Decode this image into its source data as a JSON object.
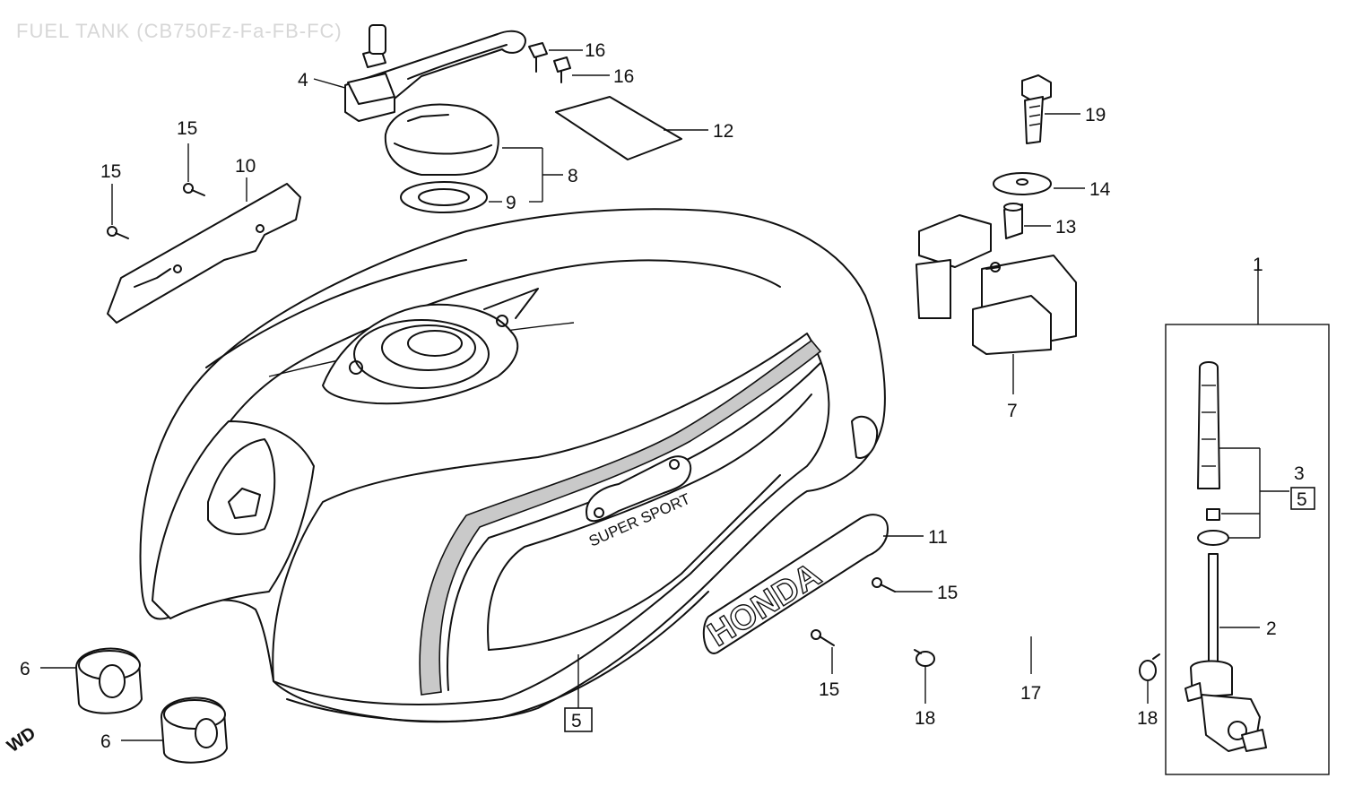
{
  "diagram": {
    "title": "FUEL TANK (CB750Fz-Fa-FB-FC)",
    "direction_label": "WD",
    "badge_text": "SUPER SPORT",
    "emblem_text": "HONDA"
  },
  "callouts": {
    "c1": "1",
    "c2": "2",
    "c3": "3",
    "c4": "4",
    "c5a": "5",
    "c5b": "5",
    "c6a": "6",
    "c6b": "6",
    "c7": "7",
    "c8": "8",
    "c9": "9",
    "c10": "10",
    "c11": "11",
    "c12": "12",
    "c13": "13",
    "c14": "14",
    "c15a": "15",
    "c15b": "15",
    "c15c": "15",
    "c15d": "15",
    "c16a": "16",
    "c16b": "16",
    "c17": "17",
    "c18a": "18",
    "c18b": "18",
    "c19": "19"
  }
}
